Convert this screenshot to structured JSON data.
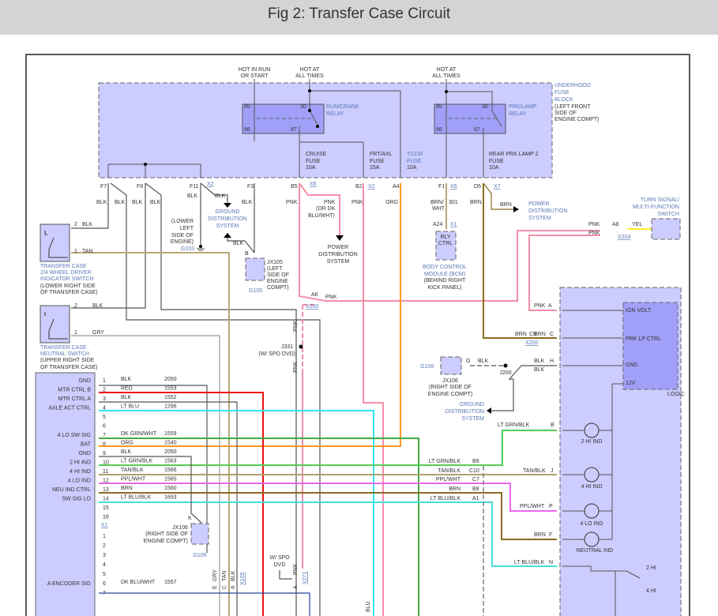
{
  "page_title": "Fig 2: Transfer Case Circuit",
  "fuse_block": {
    "name_lines": [
      "UNDERHOOD",
      "FUSE",
      "BLOCK"
    ],
    "location_lines": [
      "(LEFT FRONT",
      "SIDE OF",
      "ENGINE COMPT)"
    ],
    "hot_run_start": [
      "HOT IN RUN",
      "OR START"
    ],
    "hot_all_times_1": [
      "HOT AT",
      "ALL TIMES"
    ],
    "hot_all_times_2": [
      "HOT AT",
      "ALL TIMES"
    ],
    "run_crank_relay": {
      "name": [
        "RUN/CRANK",
        "RELAY"
      ],
      "pins": [
        "85",
        "30",
        "86",
        "87"
      ]
    },
    "prk_lamp_relay": {
      "name": [
        "PRK/LAMP",
        "RELAY"
      ],
      "pins": [
        "85",
        "30",
        "86",
        "87"
      ]
    },
    "fuses": [
      {
        "name": "CRUISE",
        "type": "FUSE",
        "rating": "10A"
      },
      {
        "name": "FRT/AXL",
        "type": "FUSE",
        "rating": "15A"
      },
      {
        "name": "TCCM",
        "type": "FUSE",
        "rating": "10A"
      },
      {
        "name": "REAR PRK LAMP 2",
        "type": "FUSE",
        "rating": "10A"
      }
    ],
    "pins": [
      "F7",
      "F8",
      "F11",
      "F3",
      "B5",
      "B2",
      "A4",
      "F1",
      "D5"
    ],
    "connectors": [
      "X2",
      "X6",
      "X2",
      "X6",
      "X7"
    ]
  },
  "wire_labels": {
    "blk": "BLK",
    "pnk": "PNK",
    "org": "ORG",
    "brn": "BRN",
    "tan": "TAN",
    "gry": "GRY",
    "yel": "YEL",
    "brn_wht": [
      "BRN/",
      "WHT"
    ],
    "circuit_301": "301",
    "pnk_alt": [
      "PNK",
      "(OR DK",
      "BLU/WHT)"
    ],
    "blu": "BLU"
  },
  "ground_distribution": [
    "GROUND",
    "DISTRIBUTION",
    "SYSTEM"
  ],
  "power_distribution": [
    "POWER",
    "DISTRIBUTION",
    "SYSTEM"
  ],
  "g103": {
    "label": "G103",
    "location": [
      "(LOWER",
      "LEFT",
      "SIDE OF",
      "ENGINE)"
    ]
  },
  "jx105": {
    "label": "JX105",
    "location": [
      "(LEFT",
      "SIDE OF",
      "ENGINE",
      "COMPT)"
    ],
    "ground": "G105",
    "pin": "B"
  },
  "jx106_upper": {
    "label": "JX106",
    "location": [
      "(RIGHT SIDE OF",
      "ENGINE COMPT)"
    ],
    "ground": "G106",
    "pin": "G"
  },
  "jx106_lower": {
    "label": "JX106",
    "location": [
      "(RIGHT SIDE OF",
      "ENGINE COMPT)"
    ],
    "ground": "G106",
    "pin": "K"
  },
  "bcm": {
    "box": [
      "RLY",
      "CTRL"
    ],
    "name": [
      "BODY CONTROL",
      "MODULE (BCM)",
      "(BEHIND RIGHT",
      "KICK PANEL)"
    ],
    "pin": "A24",
    "conn": "X1"
  },
  "turn_signal_switch": {
    "name": [
      "TURN SIGNAL/",
      "MULTI-FUNCTION",
      "SWITCH"
    ],
    "pin": "A8",
    "conn": "X204"
  },
  "transfer_case_switch": {
    "name": [
      "TRANSFER CASE",
      "2/4 WHEEL DRIVER",
      "INDICATOR SWITCH",
      "(LOWER RIGHT SIDE",
      "OF TRANSFER CASE)"
    ],
    "pins": [
      "2",
      "1"
    ]
  },
  "neutral_switch": {
    "name": [
      "TRANSFER CASE",
      "NEUTRAL SWITCH",
      "(UPPER RIGHT SIDE",
      "OF TRANSFER CASE)"
    ],
    "pins": [
      "2",
      "1"
    ]
  },
  "x200": {
    "label": "X200",
    "a6": "A6",
    "c9": "C9"
  },
  "j331": {
    "label": "J331",
    "note": "(W/ SPO DVD)"
  },
  "j200": "J200",
  "spo_dvd": [
    "W/ SPO",
    "DVD"
  ],
  "x271": "X271",
  "x105": "X105",
  "lower_pins": [
    "E",
    "C",
    "A",
    "A"
  ],
  "module": {
    "connector": "X1",
    "pins": [
      {
        "num": "1",
        "label": "GND",
        "wire": "BLK",
        "circuit": "2050",
        "color": "#555555"
      },
      {
        "num": "2",
        "label": "MTR CTRL B",
        "wire": "RED",
        "circuit": "1553",
        "color": "#ee1111"
      },
      {
        "num": "3",
        "label": "MTR CTRL A",
        "wire": "BLK",
        "circuit": "1552",
        "color": "#555555"
      },
      {
        "num": "4",
        "label": "AXLE ACT CTRL",
        "wire": "LT BLU",
        "circuit": "1296",
        "color": "#33e6ee"
      },
      {
        "num": "5",
        "label": "",
        "wire": "",
        "circuit": "",
        "color": ""
      },
      {
        "num": "6",
        "label": "",
        "wire": "",
        "circuit": "",
        "color": ""
      },
      {
        "num": "7",
        "label": "4 LO SW SIG",
        "wire": "DK GRN/WHT",
        "circuit": "1559",
        "color": "#44aa44"
      },
      {
        "num": "8",
        "label": "BAT",
        "wire": "ORG",
        "circuit": "1540",
        "color": "#ff9922"
      },
      {
        "num": "9",
        "label": "GND",
        "wire": "BLK",
        "circuit": "2050",
        "color": "#555555"
      },
      {
        "num": "10",
        "label": "2 HI IND",
        "wire": "LT GRN/BLK",
        "circuit": "1563",
        "color": "#55cc55"
      },
      {
        "num": "11",
        "label": "4 HI IND",
        "wire": "TAN/BLK",
        "circuit": "1566",
        "color": "#b0a070"
      },
      {
        "num": "12",
        "label": "4 LO IND",
        "wire": "PPL/WHT",
        "circuit": "1565",
        "color": "#ee66ee"
      },
      {
        "num": "13",
        "label": "NEU IND CTRL",
        "wire": "BRN",
        "circuit": "1560",
        "color": "#8b6b22"
      },
      {
        "num": "14",
        "label": "SW SIG LO",
        "wire": "LT BLU/BLK",
        "circuit": "1693",
        "color": "#44dddd"
      },
      {
        "num": "15",
        "label": "",
        "wire": "",
        "circuit": "",
        "color": ""
      },
      {
        "num": "16",
        "label": "",
        "wire": "",
        "circuit": "",
        "color": ""
      }
    ],
    "pins2": [
      {
        "num": "1",
        "label": ""
      },
      {
        "num": "2",
        "label": ""
      },
      {
        "num": "3",
        "label": ""
      },
      {
        "num": "4",
        "label": ""
      },
      {
        "num": "5",
        "label": ""
      },
      {
        "num": "6",
        "label": "A ENCODER SIG",
        "wire": "DK BLU/WHT",
        "circuit": "1557"
      },
      {
        "num": "7",
        "label": ""
      }
    ]
  },
  "inline_conn": [
    {
      "wire": "LT GRN/BLK",
      "pin": "B9"
    },
    {
      "wire": "TAN/BLK",
      "pin": "C10"
    },
    {
      "wire": "PPL/WHT",
      "pin": "C7"
    },
    {
      "wire": "BRN",
      "pin": "B8"
    },
    {
      "wire": "LT BLU/BLK",
      "pin": "A1"
    }
  ],
  "cluster": {
    "pins": [
      {
        "wire": "PNK",
        "pin": "A",
        "label": "IGN VOLT"
      },
      {
        "wire": "BRN",
        "pin": "C",
        "label": "PRK LP CTRL"
      },
      {
        "wire": "BLK",
        "pin": "H",
        "label": "GND"
      },
      {
        "wire": "BLK",
        "pin": "",
        "label": "12V"
      }
    ],
    "logic": "LOGIC",
    "leds": [
      {
        "wire": "LT GRN/BLK",
        "pin": "B",
        "label": "2 HI IND"
      },
      {
        "wire": "TAN/BLK",
        "pin": "J",
        "label": "4 HI IND"
      },
      {
        "wire": "PPL/WHT",
        "pin": "P",
        "label": "4 LO IND"
      },
      {
        "wire": "BRN",
        "pin": "F",
        "label": "NEUTRAL IND"
      }
    ],
    "switch_wire": {
      "wire": "LT BLU/BLK",
      "pin": "N"
    },
    "resistors": [
      "2 HI",
      "4 HI"
    ]
  }
}
